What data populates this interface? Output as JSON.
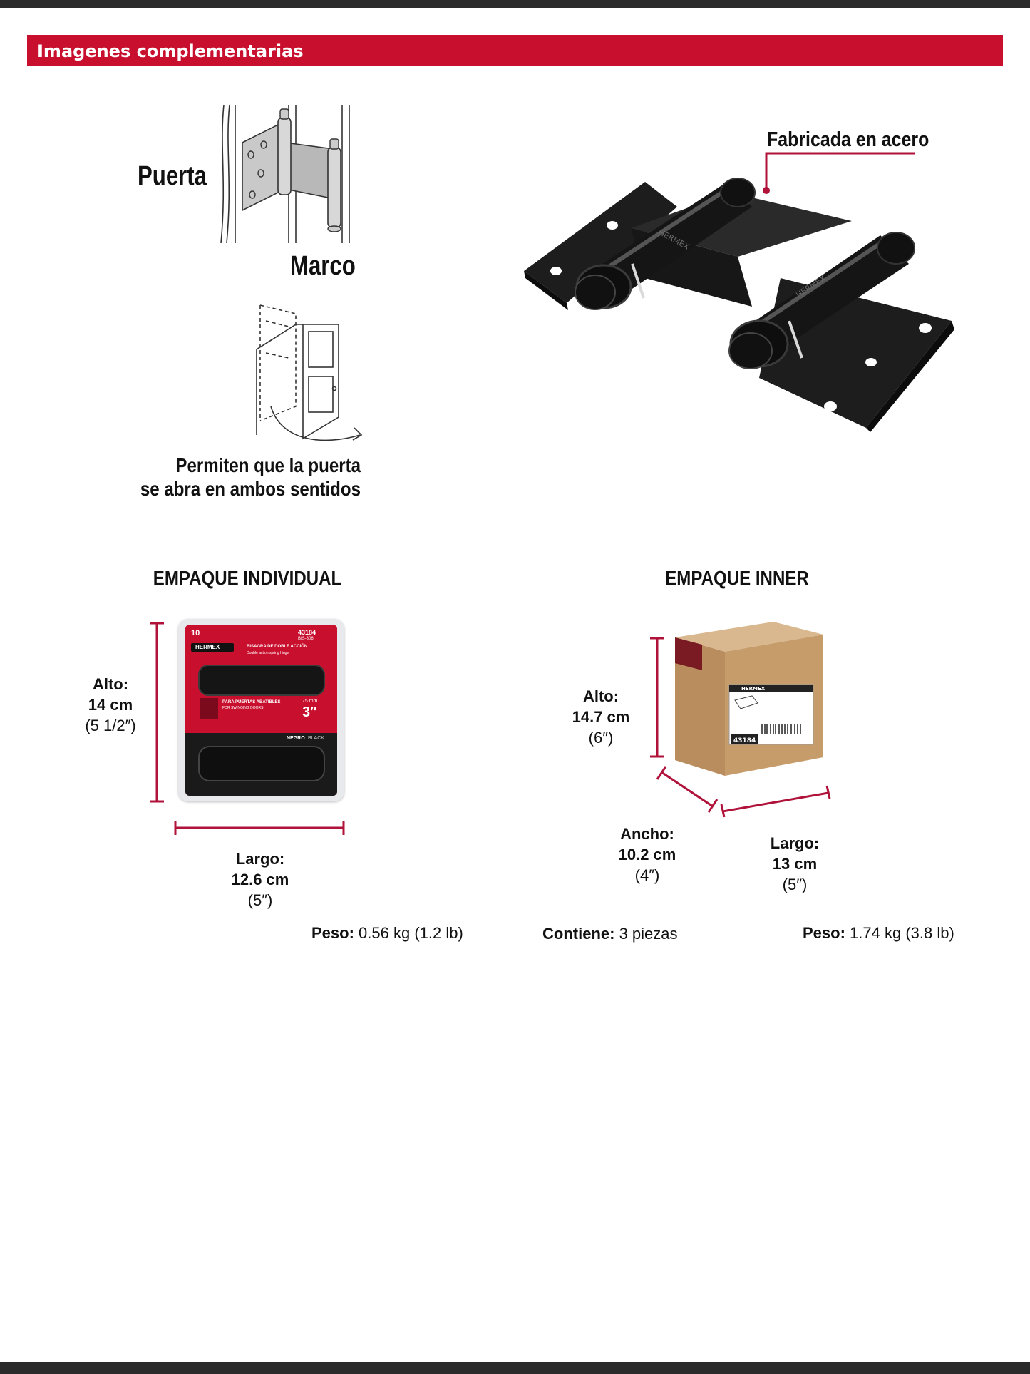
{
  "header": {
    "title": "Imagenes complementarias"
  },
  "hinge_diagram": {
    "door_label": "Puerta",
    "frame_label": "Marco"
  },
  "swing_diagram": {
    "caption_line1": "Permiten que la puerta",
    "caption_line2": "se abra en ambos sentidos"
  },
  "product": {
    "material_callout": "Fabricada en acero",
    "brand_mark": "HERMEX"
  },
  "individual": {
    "title": "EMPAQUE INDIVIDUAL",
    "height": {
      "label": "Alto:",
      "metric": "14 cm",
      "imperial": "(5 1/2″)"
    },
    "length": {
      "label": "Largo:",
      "metric": "12.6 cm",
      "imperial": "(5″)"
    },
    "weight": {
      "label": "Peso:",
      "value": "0.56 kg (1.2 lb)"
    },
    "card": {
      "brand": "HERMEX",
      "code": "43184",
      "model": "BIS-306",
      "product_name": "BISAGRA DE DOBLE ACCIÓN",
      "product_name_en": "Double action spring hinge",
      "use": "PARA PUERTAS ABATIBLES",
      "use_en": "FOR SWINGING DOORS",
      "size_mm": "75 mm",
      "size_in": "3″",
      "color": "NEGRO",
      "color_en": "BLACK",
      "warranty": "10"
    }
  },
  "inner": {
    "title": "EMPAQUE INNER",
    "height": {
      "label": "Alto:",
      "metric": "14.7 cm",
      "imperial": "(6″)"
    },
    "width": {
      "label": "Ancho:",
      "metric": "10.2 cm",
      "imperial": "(4″)"
    },
    "length": {
      "label": "Largo:",
      "metric": "13 cm",
      "imperial": "(5″)"
    },
    "contains": {
      "label": "Contiene:",
      "value": "3 piezas"
    },
    "weight": {
      "label": "Peso:",
      "value": "1.74 kg (3.8 lb)"
    },
    "box": {
      "brand": "HERMEX",
      "code": "43184"
    }
  },
  "colors": {
    "accent": "#c8102e",
    "dark_bar": "#2b2b2b",
    "dimension_line": "#b0123a"
  }
}
